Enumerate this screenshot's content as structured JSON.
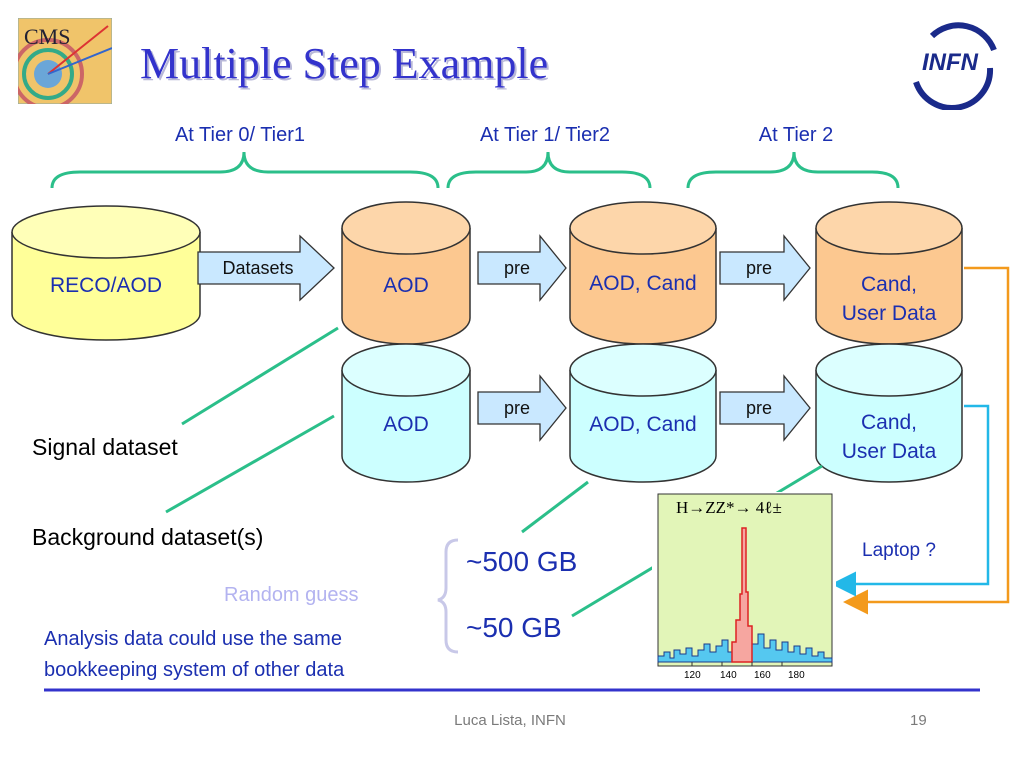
{
  "title": "Multiple Step Example",
  "logos": {
    "left": "CMS",
    "right": "INFN"
  },
  "tiers": [
    "At Tier 0/ Tier1",
    "At Tier 1/ Tier2",
    "At Tier 2"
  ],
  "cylinders": {
    "reco": "RECO/AOD",
    "top": [
      "AOD",
      "AOD, Cand",
      "Cand,\nUser Data"
    ],
    "bottom": [
      "AOD",
      "AOD, Cand",
      "Cand,\nUser Data"
    ]
  },
  "arrows": {
    "top": [
      "Datasets",
      "pre",
      "pre"
    ],
    "bottom": [
      "pre",
      "pre"
    ]
  },
  "labels": {
    "signal": "Signal dataset",
    "background": "Background dataset(s)",
    "guess": "Random guess",
    "size_500": "~500 GB",
    "size_50": "~50 GB",
    "laptop": "Laptop ?",
    "note_line1": "Analysis data could use the same",
    "note_line2": "bookkeeping system of other data"
  },
  "histogram": {
    "title": "H→ZZ*→ 4ℓ±",
    "x_ticks": [
      "120",
      "140",
      "160",
      "180"
    ]
  },
  "footer": {
    "author": "Luca Lista, INFN",
    "page": "19"
  },
  "colors": {
    "title": "#3333cc",
    "text_blue": "#1b2fb0",
    "bracket_green": "#2bbf8a",
    "reco_fill": "#ffff99",
    "peach_fill": "#fcc890",
    "cyan_fill": "#ccffff",
    "arrow_fill": "#c9e8ff",
    "orange_line": "#f39a1c",
    "cyan_line": "#22b8e8",
    "footer_rule": "#3333cc"
  }
}
